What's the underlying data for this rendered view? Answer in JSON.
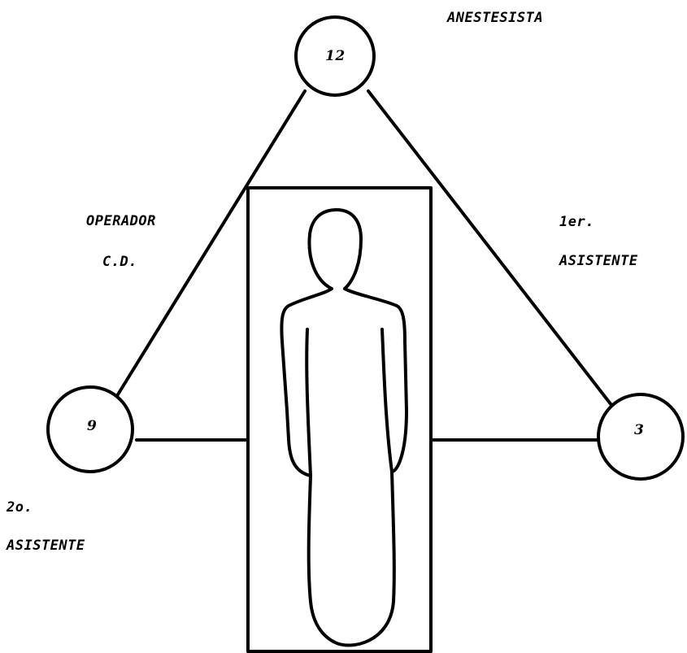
{
  "colors": {
    "ink": "#000000",
    "paper": "#ffffff"
  },
  "positions": {
    "top": {
      "number": "12",
      "label": "ANESTESISTA"
    },
    "left": {
      "number": "9",
      "label_line1": "2o.",
      "label_line2": "ASISTENTE"
    },
    "right": {
      "number": "3",
      "label_line1": "1er.",
      "label_line2": "ASISTENTE"
    },
    "operator": {
      "label_line1": "OPERADOR",
      "label_line2": "C.D."
    }
  },
  "icons": {
    "patient": "patient-silhouette-icon",
    "table": "operating-table"
  }
}
